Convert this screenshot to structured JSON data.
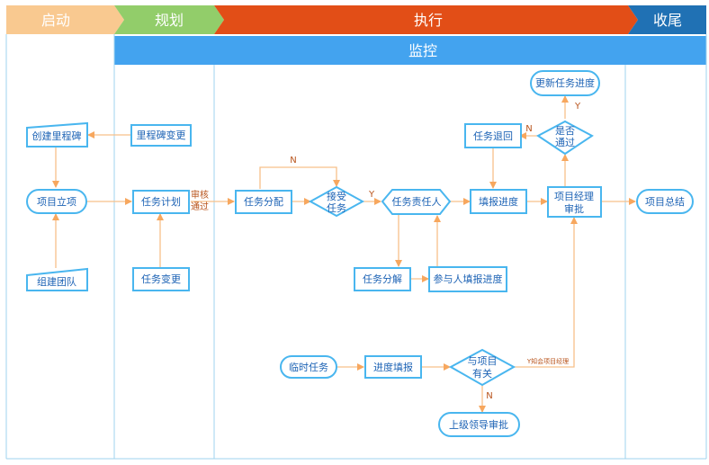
{
  "header": {
    "phase_start": "启动",
    "phase_plan": "规划",
    "phase_exec": "执行",
    "phase_close": "收尾",
    "monitor": "监控"
  },
  "nodes": {
    "create_milestone": "创建里程碑",
    "milestone_change": "里程碑变更",
    "project_setup": "项目立项",
    "build_team": "组建团队",
    "task_plan": "任务计划",
    "task_change": "任务变更",
    "task_assign": "任务分配",
    "accept_task_1": "接受",
    "accept_task_2": "任务",
    "task_owner": "任务责任人",
    "task_breakdown": "任务分解",
    "participant_fill": "参与人填报进度",
    "fill_progress": "填报进度",
    "task_return": "任务退回",
    "approved_1": "是否",
    "approved_2": "通过",
    "update_progress": "更新任务进度",
    "pm_approve_1": "项目经理",
    "pm_approve_2": "审批",
    "project_summary": "项目总结",
    "temp_task": "临时任务",
    "progress_fill": "进度填报",
    "related_1": "与项目",
    "related_2": "有关",
    "superior_approve": "上级领导审批"
  },
  "edge_labels": {
    "review_1": "审核",
    "review_2": "通过",
    "n_reject": "N",
    "y_accept": "Y",
    "n_approved": "N",
    "y_approved": "Y",
    "y_notify": "Y知会项目经理",
    "n_related": "N"
  },
  "colors": {
    "start": "#f9c990",
    "plan": "#92cd6a",
    "exec": "#e24e17",
    "close": "#2071b4",
    "monitor": "#43a3ef",
    "node_stroke": "#49b6ef",
    "node_text": "#1d63b5",
    "arrow": "#f7c08a",
    "lane_line": "#9fd3ef",
    "edge_label": "#b8531b"
  }
}
